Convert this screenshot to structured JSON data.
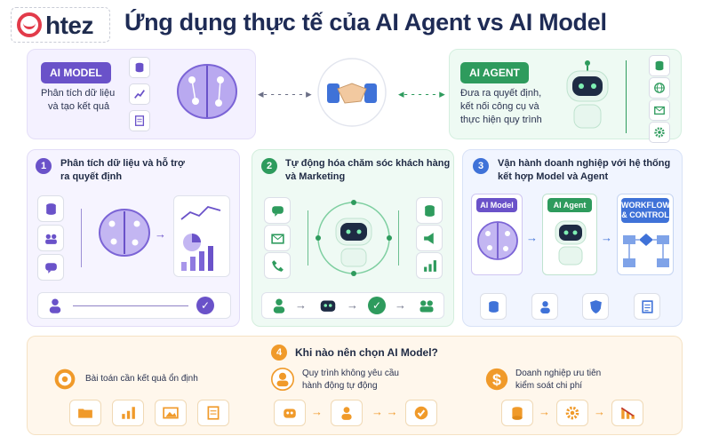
{
  "brand": {
    "name": "htez"
  },
  "title": "Ứng dụng thực tế của AI Agent vs AI Model",
  "top_model": {
    "badge": "AI MODEL",
    "desc": [
      "Phân tích dữ liệu",
      "và tạo kết quả"
    ]
  },
  "top_agent": {
    "badge": "AI AGENT",
    "desc": [
      "Đưa ra quyết định,",
      "kết nối công cụ và",
      "thực hiện quy trình"
    ]
  },
  "sections": [
    {
      "num": "1",
      "title": [
        "Phân tích dữ liệu và hỗ trợ",
        "ra quyết định"
      ]
    },
    {
      "num": "2",
      "title": [
        "Tự động hóa chăm sóc khách hàng",
        "và Marketing"
      ]
    },
    {
      "num": "3",
      "title": [
        "Vận hành doanh nghiệp với hệ thống",
        "kết hợp Model và Agent"
      ],
      "labels": {
        "model": "AI Model",
        "agent": "AI Agent",
        "workflow": [
          "WORKFLOW",
          "& CONTROL"
        ]
      }
    }
  ],
  "when": {
    "num": "4",
    "title": "Khi nào nên chọn AI Model?",
    "items": [
      {
        "text": [
          "Bài toán cần kết quả ổn định"
        ]
      },
      {
        "text": [
          "Quy trình không yêu cầu",
          "hành động tự động"
        ]
      },
      {
        "text": [
          "Doanh nghiệp ưu tiên",
          "kiểm soát chi phí"
        ]
      }
    ]
  },
  "colors": {
    "model": "#6a52c9",
    "agent": "#2e9b5d",
    "system": "#3f72d8",
    "choose": "#f09a2a"
  }
}
